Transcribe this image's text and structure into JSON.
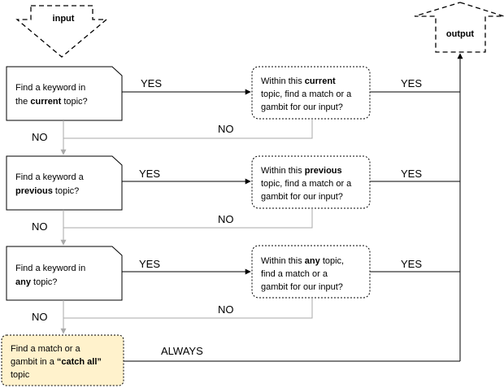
{
  "arrows": {
    "input_label": "input",
    "output_label": "output"
  },
  "decisions": [
    {
      "line1": "Find a keyword in",
      "line2_pre": "the ",
      "line2_bold": "current",
      "line2_post": " topic?"
    },
    {
      "line1": "Find a keyword a",
      "line2_pre": "",
      "line2_bold": "previous",
      "line2_post": " topic?"
    },
    {
      "line1": "Find a keyword in",
      "line2_pre": "",
      "line2_bold": "any",
      "line2_post": " topic?"
    }
  ],
  "searches": [
    {
      "line1_pre": "Within this ",
      "line1_bold": "current",
      "line2": "topic, find a match or a",
      "line3": "gambit for our input?"
    },
    {
      "line1_pre": "Within this ",
      "line1_bold": "previous",
      "line2": "topic, find a match or a",
      "line3": "gambit for our input?"
    },
    {
      "line1_pre": "Within this ",
      "line1_bold": "any",
      "line1_post": " topic,",
      "line2": "find a match or a",
      "line3": "gambit for our input?"
    }
  ],
  "catch_all": {
    "line1": "Find a match or a",
    "line2_pre": "gambit in a ",
    "line2_bold": "“catch all”",
    "line3": "topic",
    "fill_color": "#fff2cc"
  },
  "edge_labels": {
    "yes": "YES",
    "no": "NO",
    "always": "ALWAYS"
  },
  "colors": {
    "no_line": "#aaaaaa",
    "yes_line": "#000000"
  }
}
